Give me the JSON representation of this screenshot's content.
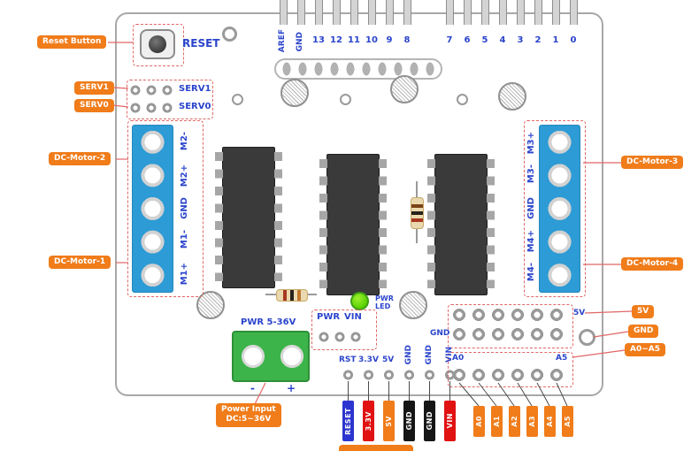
{
  "colors": {
    "callout_orange": "#F07C1A",
    "label_blue": "#2B44CC",
    "terminal_blue": "#2D9BD5",
    "terminal_green": "#3DB44A",
    "led_green": "#55CE00",
    "dashed_red": "#E06666",
    "tag_blue": "#2C35CF",
    "tag_red": "#E01212",
    "tag_black": "#161616"
  },
  "callouts": {
    "reset_button": "Reset Button",
    "serv1": "SERV1",
    "serv0": "SERV0",
    "dc_motor_2": "DC-Motor-2",
    "dc_motor_1": "DC-Motor-1",
    "dc_motor_3": "DC-Motor-3",
    "dc_motor_4": "DC-Motor-4",
    "v5": "5V",
    "gnd": "GND",
    "a0a5": "A0~A5",
    "power_input_line1": "Power Input",
    "power_input_line2": "DC:5~36V"
  },
  "board": {
    "reset": "RESET",
    "digital_pins_left": [
      "AREF",
      "GND",
      "13",
      "12",
      "11",
      "10",
      "9",
      "8"
    ],
    "digital_pins_right": [
      "7",
      "6",
      "5",
      "4",
      "3",
      "2",
      "1",
      "0"
    ],
    "serv1": "SERV1",
    "serv0": "SERV0",
    "motor_left": [
      "M2-",
      "M2+",
      "GND",
      "M1-",
      "M1+"
    ],
    "motor_right": [
      "M3+",
      "M3-",
      "GND",
      "M4+",
      "M4-"
    ],
    "pwr_terminal": "PWR 5-36V",
    "pwr": "PWR",
    "vin": "VIN",
    "pwr_led_line1": "PWR",
    "pwr_led_line2": "LED",
    "minus": "-",
    "plus": "+",
    "power_row": [
      "RST",
      "3.3V",
      "5V",
      "GND",
      "GND",
      "VIN"
    ],
    "grid_5v": "5V",
    "grid_gnd": "GND",
    "grid_a0": "A0",
    "grid_a5": "A5"
  },
  "bottom_tags": [
    {
      "label": "RESET",
      "color": "#2C35CF"
    },
    {
      "label": "3.3V",
      "color": "#E01212"
    },
    {
      "label": "5V",
      "color": "#F07C1A"
    },
    {
      "label": "GND",
      "color": "#161616"
    },
    {
      "label": "GND",
      "color": "#161616"
    },
    {
      "label": "VIN",
      "color": "#E01212"
    },
    {
      "label": "A0",
      "color": "#F07C1A"
    },
    {
      "label": "A1",
      "color": "#F07C1A"
    },
    {
      "label": "A2",
      "color": "#F07C1A"
    },
    {
      "label": "A3",
      "color": "#F07C1A"
    },
    {
      "label": "A4",
      "color": "#F07C1A"
    },
    {
      "label": "A5",
      "color": "#F07C1A"
    }
  ]
}
